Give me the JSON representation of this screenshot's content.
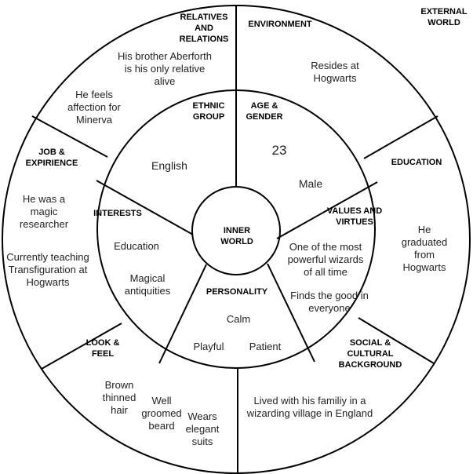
{
  "labels": {
    "external_world": "EXTERNAL WORLD",
    "inner_world": "INNER WORLD",
    "relatives": "RELATIVES AND RELATIONS",
    "environment": "ENVIRONMENT",
    "education": "EDUCATION",
    "social": "SOCIAL & CULTURAL BACKGROUND",
    "look_feel": "LOOK & FEEL",
    "job": "JOB & EXPIRIENCE",
    "ethnic": "ETHNIC GROUP",
    "age_gender": "AGE & GENDER",
    "values": "VALUES AND VIRTUES",
    "personality": "PERSONALITY",
    "interests": "INTERESTS"
  },
  "values": {
    "relatives_1": "His brother Aberforth is his only relative alive",
    "relatives_2": "He feels affection for Minerva",
    "environment": "Resides at Hogwarts",
    "education": "He graduated from Hogwarts",
    "social": "Lived with his familiy in a wizarding village in England",
    "look_1": "Brown thinned hair",
    "look_2": "Well groomed beard",
    "look_3": "Wears elegant suits",
    "job_1": "He was a magic researcher",
    "job_2": "Currently teaching Transfiguration at Hogwarts",
    "ethnic": "English",
    "age": "23",
    "gender": "Male",
    "values_1": "One of the most powerful wizards of all time",
    "values_2": "Finds the good in everyone",
    "personality_1": "Calm",
    "personality_2": "Playful",
    "personality_3": "Patient",
    "interests_1": "Education",
    "interests_2": "Magical antiquities"
  }
}
